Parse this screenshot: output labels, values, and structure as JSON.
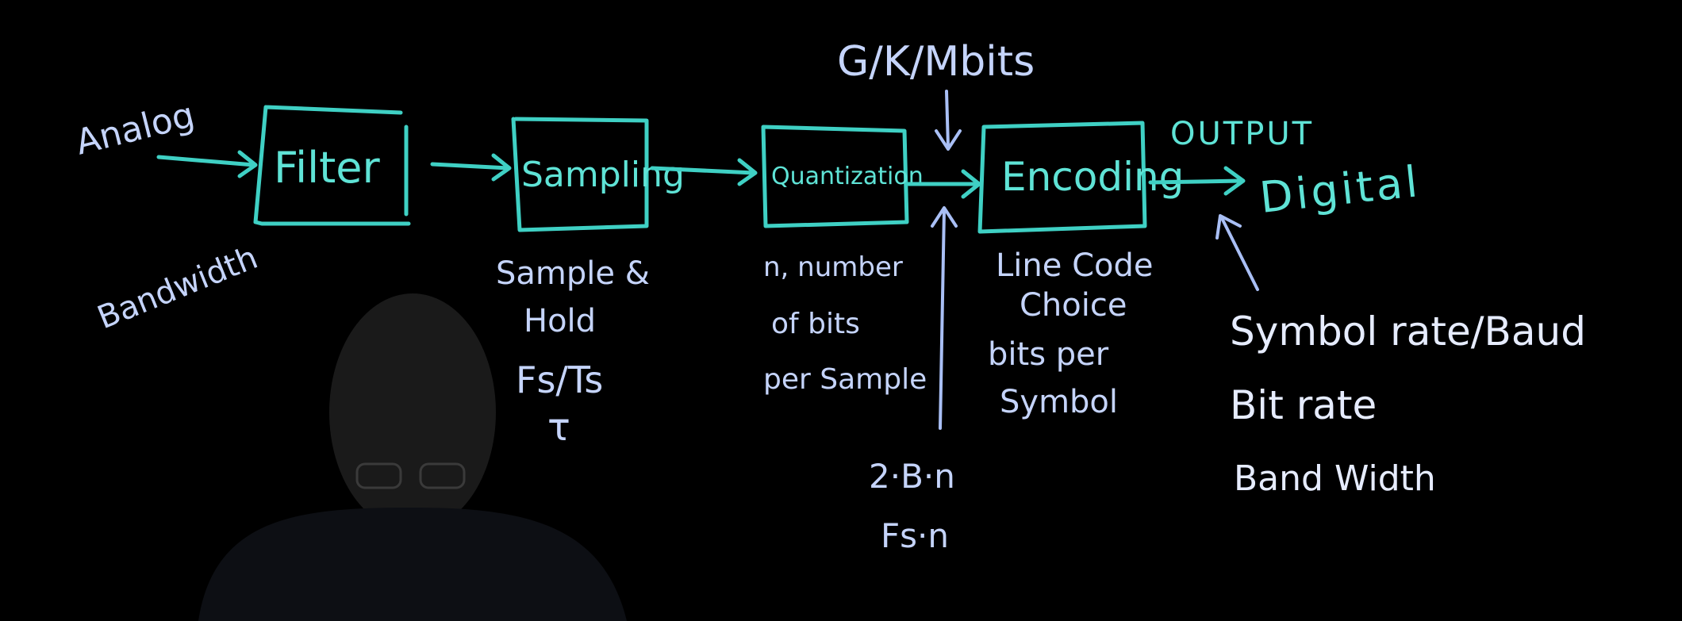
{
  "diagram": {
    "blocks": [
      {
        "id": "filter",
        "label": "Filter"
      },
      {
        "id": "sampling",
        "label": "Sampling"
      },
      {
        "id": "quantization",
        "label": "Quantization"
      },
      {
        "id": "encoding",
        "label": "Encoding"
      }
    ],
    "input_label": "Analog",
    "input_note": "Bandwidth",
    "output_header": "OUTPUT",
    "output_label": "Digital",
    "top_note": "G/K/Mbits",
    "sampling_notes": [
      "Sample &",
      "Hold",
      "Fs/Ts",
      "τ"
    ],
    "quantization_notes": [
      "n, number",
      "of bits",
      "per Sample"
    ],
    "rate_notes": [
      "2·B·n",
      "Fs·n"
    ],
    "encoding_notes": [
      "Line Code",
      "Choice",
      "bits per",
      "Symbol"
    ],
    "output_notes": [
      "Symbol rate/Baud",
      "Bit rate",
      "Band Width"
    ],
    "colors": {
      "boxes": "#3fd0c4",
      "annotations": "#c5d4fb",
      "background": "#000000"
    }
  }
}
